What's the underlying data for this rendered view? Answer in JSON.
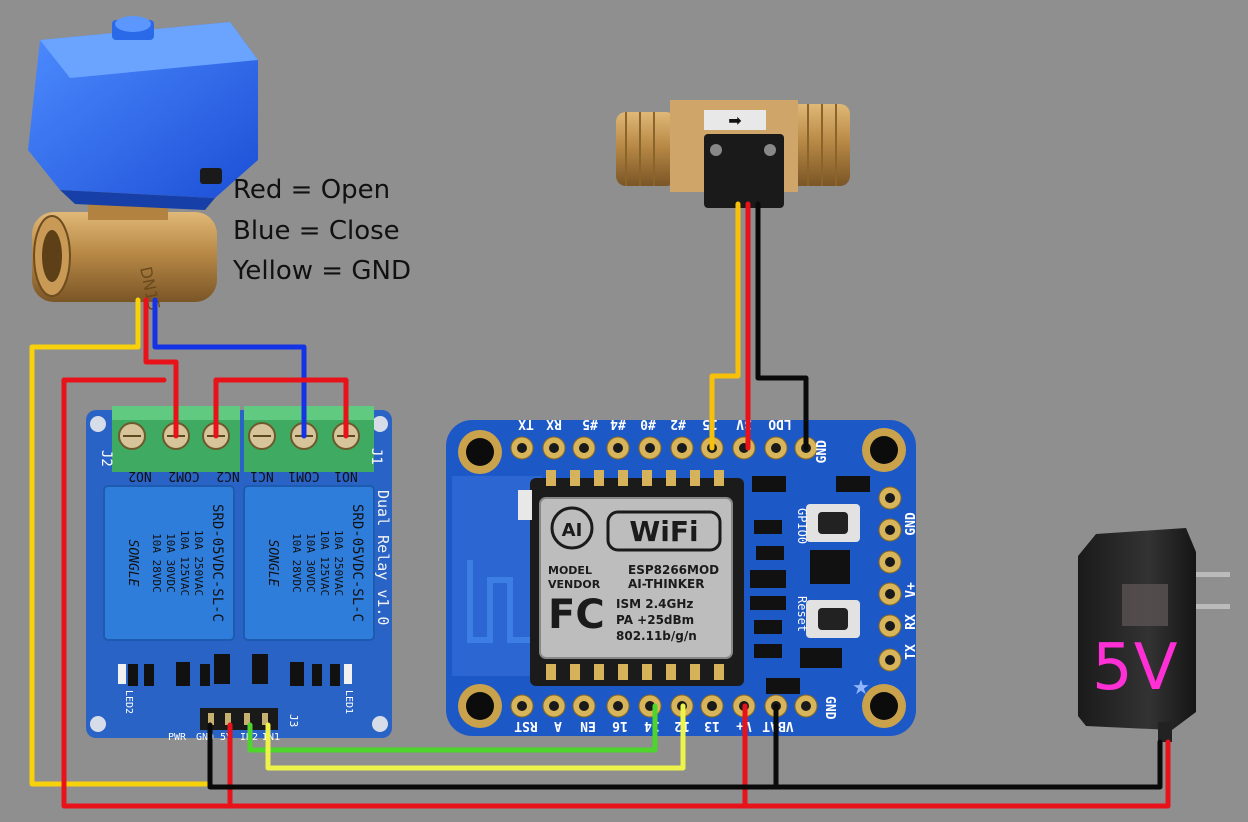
{
  "legend": {
    "red": "Red = Open",
    "blue": "Blue = Close",
    "yellow": "Yellow = GND"
  },
  "power_supply": {
    "voltage": "5V"
  },
  "valve": {
    "size_mark": "DN15"
  },
  "relay_board": {
    "title": "Dual Relay v1.0",
    "terminal_j2": [
      "NO2",
      "COM2",
      "NC2"
    ],
    "terminal_j1": [
      "NC1",
      "COM1",
      "NO1"
    ],
    "j2_label": "J2",
    "j1_label": "J1",
    "relay_model": "SRD-05VDC-SL-C",
    "relay_ratings": [
      "10A 250VAC",
      "10A 125VAC",
      "10A 30VDC",
      "10A 28VDC"
    ],
    "relay_brand": "SONGLE",
    "header_label": "J3",
    "header_pins": [
      "GND",
      "5V",
      "IN2",
      "IN1"
    ],
    "leds": [
      "LED2",
      "PWR",
      "LED1"
    ]
  },
  "esp_board": {
    "top_pins": [
      "TX",
      "RX",
      "#5",
      "#4",
      "#0",
      "#2",
      "15",
      "3V",
      "LDO",
      "GND"
    ],
    "bottom_pins": [
      "RST",
      "A",
      "EN",
      "16",
      "14",
      "12",
      "13",
      "V+",
      "VBAT",
      "GND"
    ],
    "right_pins": [
      "GND",
      "V+",
      "RX",
      "TX"
    ],
    "module_model": "ESP8266MOD",
    "module_vendor": "AI-THINKER",
    "module_lines": [
      "MODEL",
      "VENDOR",
      "ISM 2.4GHz",
      "PA +25dBm",
      "802.11b/g/n"
    ],
    "wifi": "WiFi",
    "fcc": "FC",
    "ai_logo": "AI",
    "buttons": [
      "GPIO0",
      "Reset"
    ]
  },
  "colors": {
    "background": "#8f8f8f",
    "wire_red": "#e8121a",
    "wire_blue": "#1432e6",
    "wire_yellow": "#f7d10a",
    "wire_black": "#0a0a0a",
    "wire_green": "#4ed52c",
    "wire_lightyellow": "#eef34a",
    "board_blue": "#1d58c7",
    "relay_blue": "#2c6fcf",
    "voltage_text": "#ff2fd6"
  }
}
